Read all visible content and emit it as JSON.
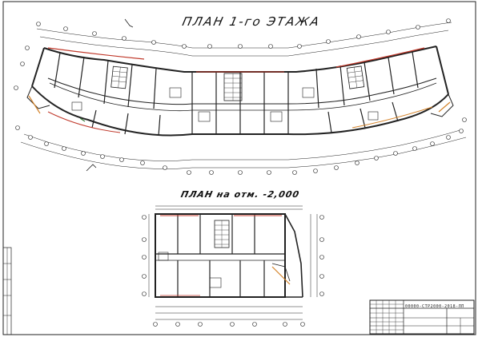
{
  "drawing": {
    "title_main": "ПЛАН 1-го ЭТАЖА",
    "title_sub": "ПЛАН на отм. -2,000",
    "stamp_code": "00000-СТР2000-2018-ЛП"
  },
  "colors": {
    "ink": "#111111",
    "wall": "#2a2a2a",
    "accent_red": "#c0392b",
    "accent_orange": "#d4832a",
    "accent_green": "#3a7a3a"
  }
}
